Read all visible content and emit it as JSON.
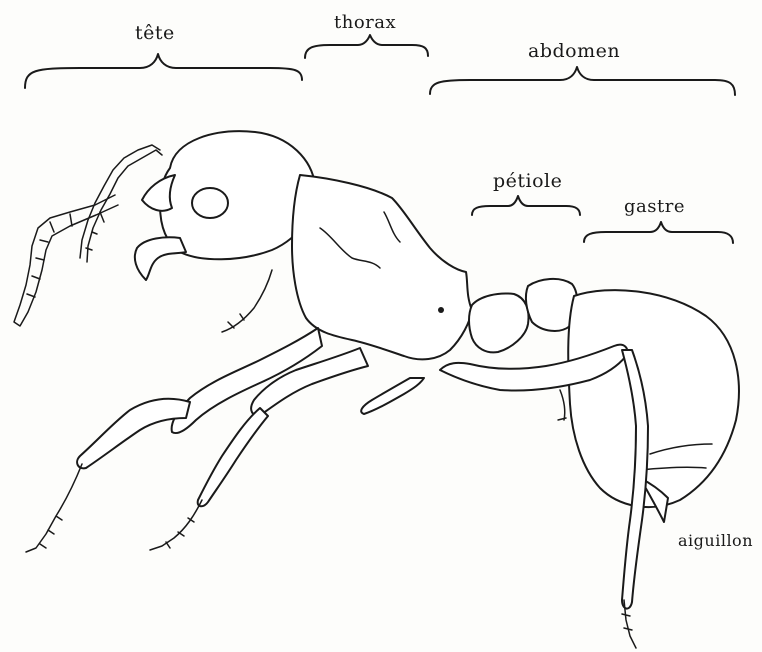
{
  "labels": {
    "head": "tête",
    "thorax": "thorax",
    "abdomen": "abdomen",
    "petiole": "pétiole",
    "gaster": "gastre",
    "sting": "aiguillon"
  }
}
